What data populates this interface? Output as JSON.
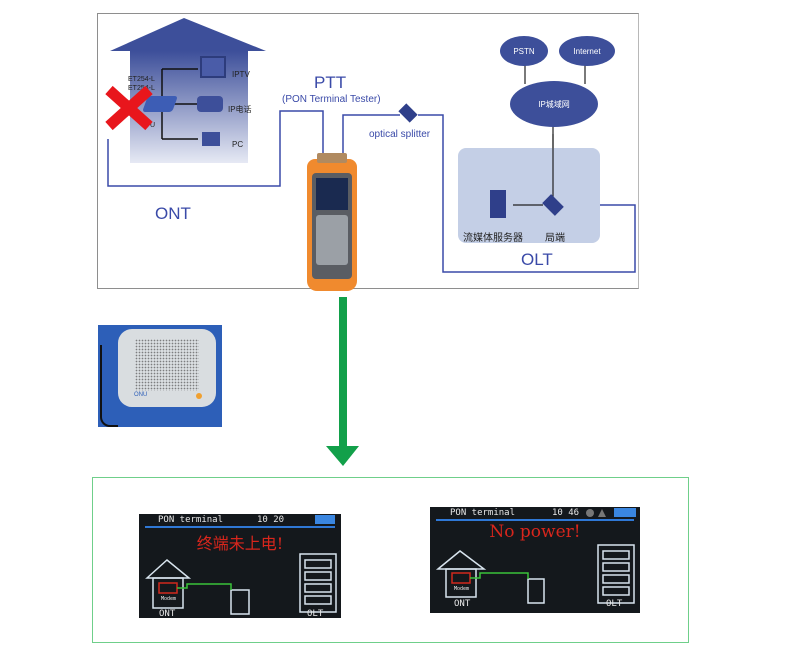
{
  "top_diagram": {
    "ont": {
      "label": "ONT",
      "device_labels": [
        "ET254-L",
        "ET254-L",
        "U"
      ],
      "devices": [
        {
          "icon": "tv-icon",
          "label": "IPTV"
        },
        {
          "icon": "phone-icon",
          "label": "IP电话"
        },
        {
          "icon": "pc-icon",
          "label": "PC"
        }
      ],
      "fault_mark": "red-x-icon"
    },
    "ptt": {
      "title": "PTT",
      "subtitle": "(PON Terminal Tester)"
    },
    "splitter": {
      "label": "optical splitter"
    },
    "network": {
      "clouds": [
        "PSTN",
        "Internet",
        "IP城域网"
      ]
    },
    "olt": {
      "label": "OLT",
      "server_label": "流媒体服务器",
      "switch_label": "局端"
    },
    "colors": {
      "line": "#3a4aa8",
      "house": "#3d4f9a",
      "olt_bg": "#c4cfe6"
    }
  },
  "arrow": {
    "color": "#12a04a",
    "direction": "down"
  },
  "ont_photo": {
    "brand_text": "ONU"
  },
  "screens": [
    {
      "title": "PON terminal",
      "time": "10 20",
      "message": "终端未上电!",
      "modem_label": "Modem",
      "left_label": "ONT",
      "right_label": "OLT"
    },
    {
      "title": "PON terminal",
      "time": "10 46",
      "message": "No power!",
      "modem_label": "Modem",
      "left_label": "ONT",
      "right_label": "OLT"
    }
  ]
}
